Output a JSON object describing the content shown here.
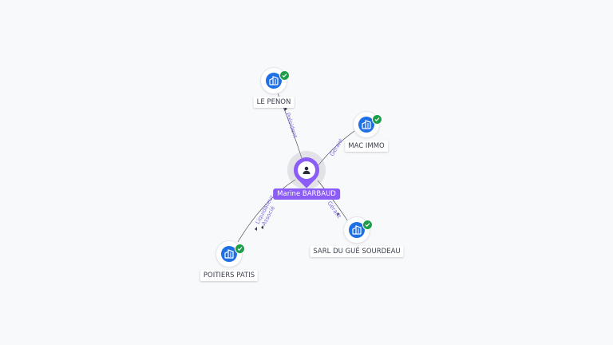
{
  "person": {
    "name": "Marine BARBAUD",
    "icon": "person-icon",
    "color": "#8b5cf6"
  },
  "companies": [
    {
      "id": "le-penon",
      "name": "LE PENON",
      "icon": "building-icon",
      "verified": true
    },
    {
      "id": "mac-immo",
      "name": "MAC IMMO",
      "icon": "building-icon",
      "verified": true
    },
    {
      "id": "sarl-du-gue-sourdeau",
      "name": "SARL DU GUÉ SOURDEAU",
      "icon": "building-icon",
      "verified": true
    },
    {
      "id": "poitiers-patis",
      "name": "POITIERS PATIS",
      "icon": "building-icon",
      "verified": true
    }
  ],
  "relations": [
    {
      "to": "le-penon",
      "labels": [
        "Président"
      ]
    },
    {
      "to": "mac-immo",
      "labels": [
        "Gérant"
      ]
    },
    {
      "to": "sarl-du-gue-sourdeau",
      "labels": [
        "Gérant"
      ]
    },
    {
      "to": "poitiers-patis",
      "labels": [
        "Liquidateur",
        "Associé"
      ]
    }
  ],
  "colors": {
    "company": "#1f6fe5",
    "verified": "#1d9e4a",
    "edge_label": "#7b6ee0",
    "background": "#f8f9fb"
  }
}
